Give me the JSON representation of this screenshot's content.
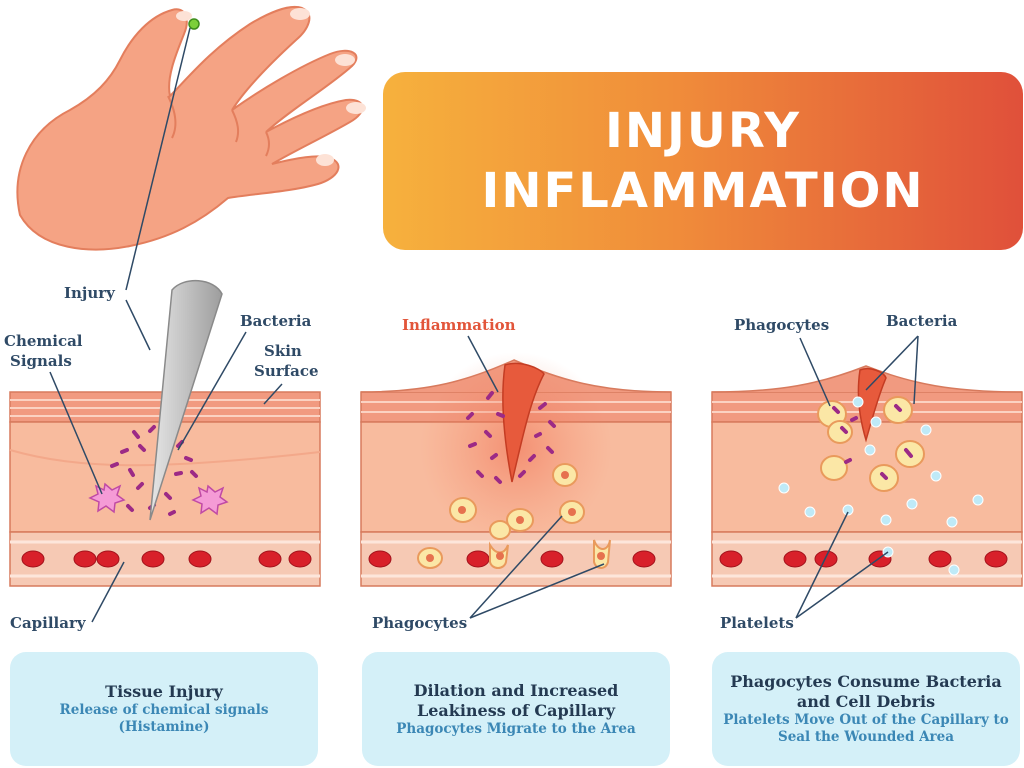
{
  "title": {
    "line1": "INJURY",
    "line2": "INFLAMMATION"
  },
  "colors": {
    "banner_start": "#f6b13d",
    "banner_end": "#e0503a",
    "skin": "#f5a384",
    "tissue": "#f8bb9e",
    "capillary": "#f6c9b4",
    "red_cell": "#d8202a",
    "bacteria": "#9c2a86",
    "phagocyte": "#fbe7a6",
    "platelet": "#bfeaf7",
    "label_text": "#2f4a66",
    "caption_bg": "#d4f0f8",
    "caption_sub": "#3b87b5"
  },
  "panel1": {
    "labels": {
      "injury": "Injury",
      "chemical_signals_1": "Chemical",
      "chemical_signals_2": "Signals",
      "bacteria": "Bacteria",
      "skin_surface_1": "Skin",
      "skin_surface_2": "Surface",
      "capillary": "Capillary"
    },
    "caption": {
      "heading": "Tissue Injury",
      "sub1": "Release of chemical signals",
      "sub2": "(Histamine)"
    }
  },
  "panel2": {
    "labels": {
      "inflammation": "Inflammation",
      "phagocytes": "Phagocytes"
    },
    "caption": {
      "heading1": "Dilation and Increased",
      "heading2": "Leakiness of Capillary",
      "sub1": "Phagocytes Migrate to the Area"
    }
  },
  "panel3": {
    "labels": {
      "phagocytes": "Phagocytes",
      "bacteria": "Bacteria",
      "platelets": "Platelets"
    },
    "caption": {
      "heading1": "Phagocytes Consume Bacteria",
      "heading2": "and Cell Debris",
      "sub1": "Platelets Move Out of the Capillary to",
      "sub2": "Seal the Wounded Area"
    }
  }
}
